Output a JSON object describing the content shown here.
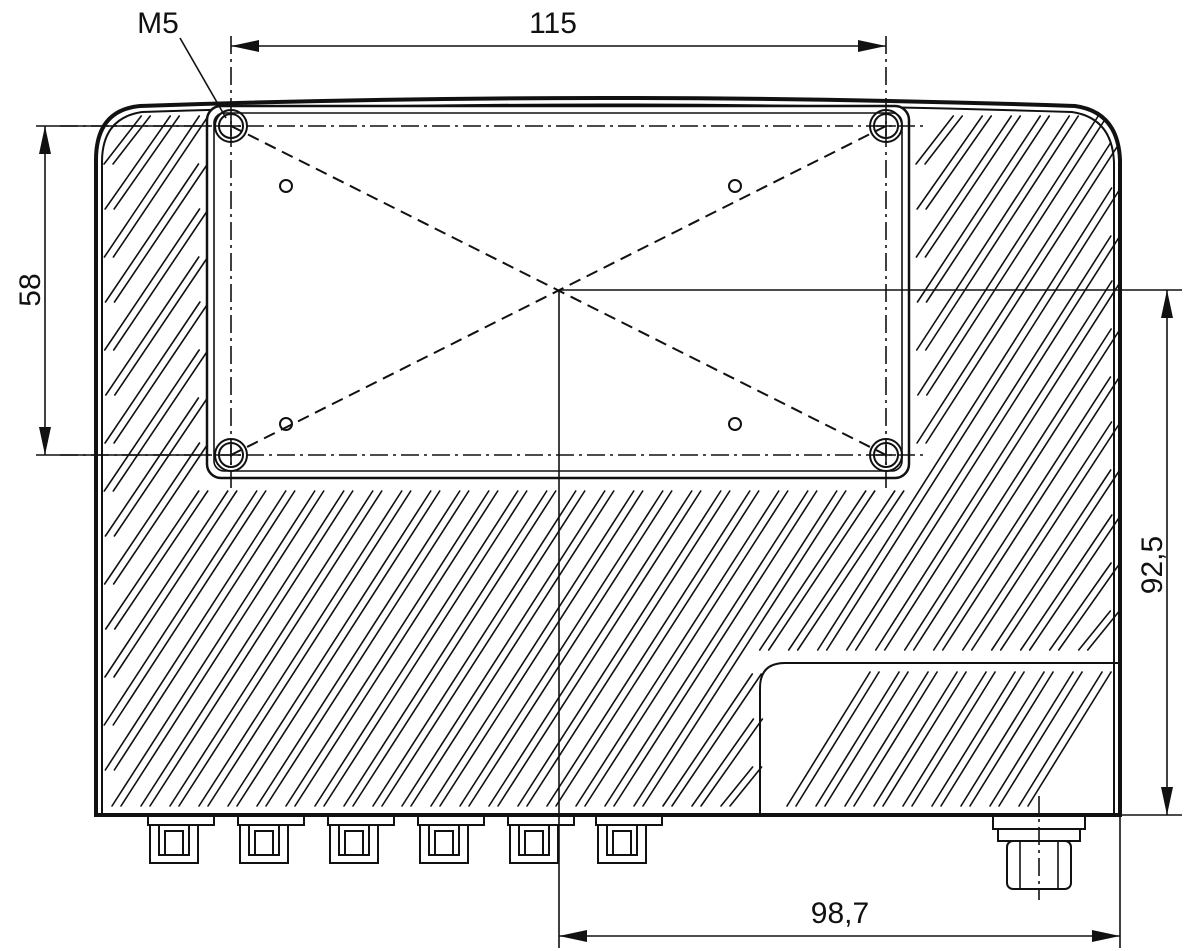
{
  "dimensions": {
    "hole_spacing_horizontal": "115",
    "hole_spacing_vertical": "58",
    "center_to_bottom": "92,5",
    "center_to_right": "98,7"
  },
  "callouts": {
    "thread": "M5"
  }
}
